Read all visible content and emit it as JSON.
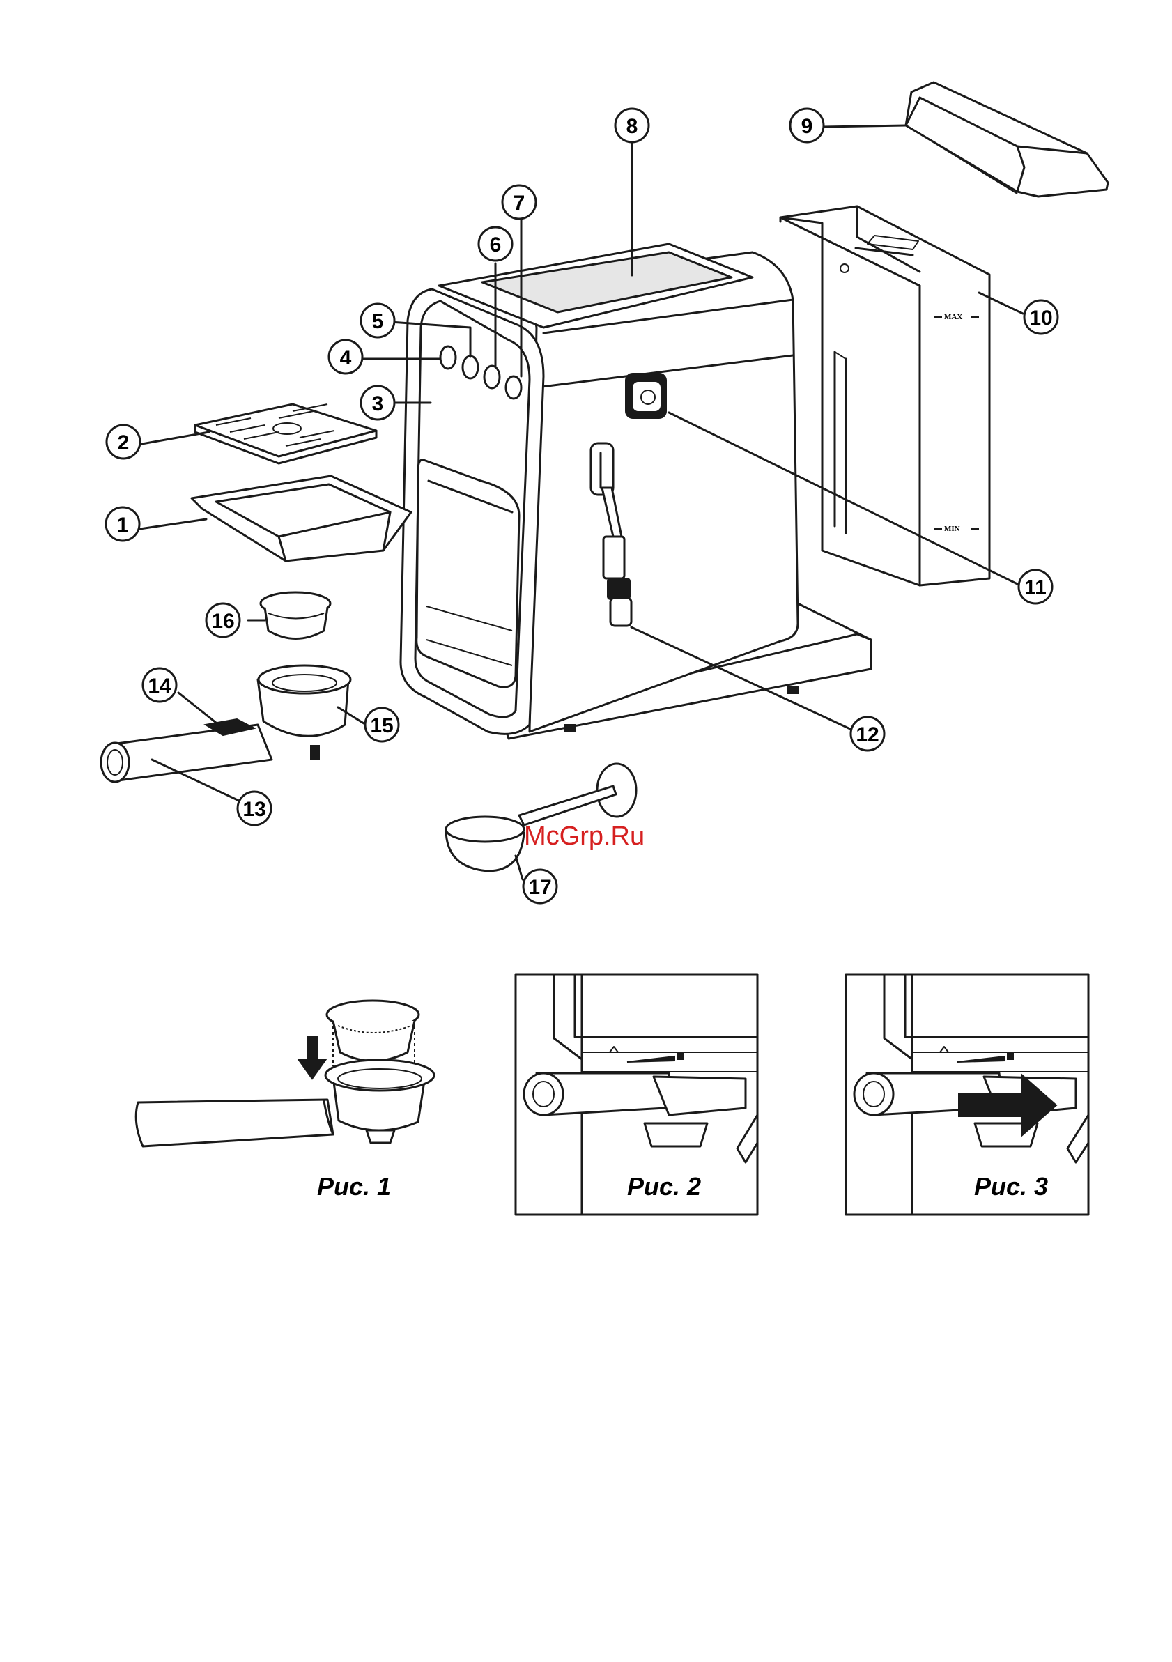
{
  "callouts": [
    {
      "n": "1"
    },
    {
      "n": "2"
    },
    {
      "n": "3"
    },
    {
      "n": "4"
    },
    {
      "n": "5"
    },
    {
      "n": "6"
    },
    {
      "n": "7"
    },
    {
      "n": "8"
    },
    {
      "n": "9"
    },
    {
      "n": "10"
    },
    {
      "n": "11"
    },
    {
      "n": "12"
    },
    {
      "n": "13"
    },
    {
      "n": "14"
    },
    {
      "n": "15"
    },
    {
      "n": "16"
    },
    {
      "n": "17"
    }
  ],
  "tank_marks": {
    "max": "MAX",
    "min": "MIN"
  },
  "watermark": "McGrp.Ru",
  "figures": [
    {
      "caption": "Рис. 1"
    },
    {
      "caption": "Рис. 2"
    },
    {
      "caption": "Рис. 3"
    }
  ],
  "colors": {
    "line": "#1a1a1a",
    "watermark": "#d62020",
    "background": "#ffffff"
  }
}
